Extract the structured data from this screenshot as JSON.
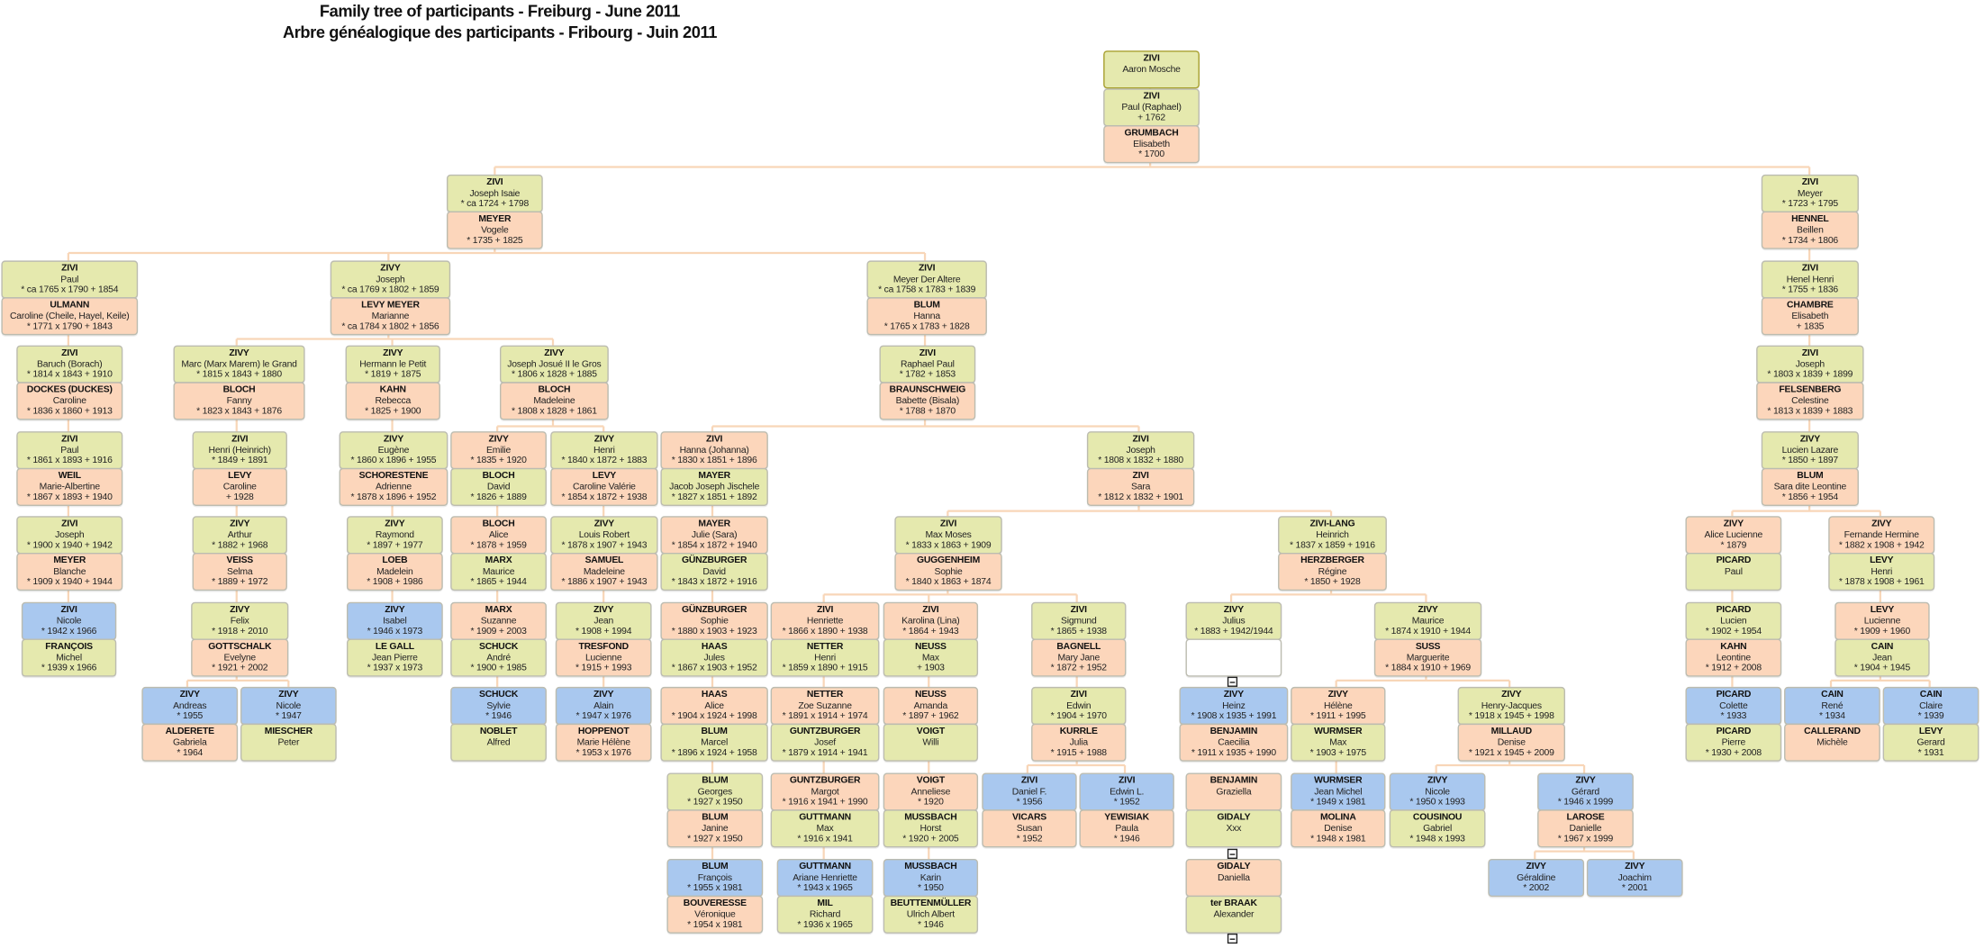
{
  "title": {
    "line1": "Family tree of participants - Freiburg - June 2011",
    "line2": "Arbre généalogique des participants - Fribourg - Juin 2011"
  },
  "colors": {
    "male_line": "#e5e9ae",
    "spouse": "#fcd6bb",
    "participant": "#a9c8ef",
    "connector": "#f8d6b8"
  },
  "people": [
    {
      "surname": "ZIVI",
      "given": "Aaron Mosche",
      "dates": "",
      "c": "g"
    },
    {
      "surname": "ZIVI",
      "given": "Paul (Raphael)",
      "dates": "+ 1762",
      "c": "g"
    },
    {
      "surname": "GRUMBACH",
      "given": "Elisabeth",
      "dates": "* 1700",
      "c": "p"
    },
    {
      "surname": "ZIVI",
      "given": "Joseph Isaie",
      "dates": "* ca 1724  + 1798",
      "c": "g"
    },
    {
      "surname": "MEYER",
      "given": "Vogele",
      "dates": "* 1735  + 1825",
      "c": "p"
    },
    {
      "surname": "ZIVI",
      "given": "Meyer",
      "dates": "* 1723  + 1795",
      "c": "g"
    },
    {
      "surname": "HENNEL",
      "given": "Beillen",
      "dates": "* 1734  + 1806",
      "c": "p"
    },
    {
      "surname": "ZIVI",
      "given": "Paul",
      "dates": "* ca 1765  x 1790  + 1854",
      "c": "g"
    },
    {
      "surname": "ULMANN",
      "given": "Caroline (Cheile, Hayel, Keile)",
      "dates": "* 1771  x 1790  + 1843",
      "c": "p"
    },
    {
      "surname": "ZIVY",
      "given": "Joseph",
      "dates": "* ca 1769  x 1802  + 1859",
      "c": "g"
    },
    {
      "surname": "LEVY MEYER",
      "given": "Marianne",
      "dates": "* ca 1784  x 1802  + 1856",
      "c": "p"
    },
    {
      "surname": "ZIVI",
      "given": "Meyer Der Altere",
      "dates": "* ca 1758  x 1783  + 1839",
      "c": "g"
    },
    {
      "surname": "BLUM",
      "given": "Hanna",
      "dates": "* 1765  x 1783  + 1828",
      "c": "p"
    },
    {
      "surname": "ZIVI",
      "given": "Henel Henri",
      "dates": "* 1755  + 1836",
      "c": "g"
    },
    {
      "surname": "CHAMBRE",
      "given": "Elisabeth",
      "dates": "+ 1835",
      "c": "p"
    },
    {
      "surname": "ZIVI",
      "given": "Baruch (Borach)",
      "dates": "* 1814  x 1843  + 1910",
      "c": "g"
    },
    {
      "surname": "DOCKES (DUCKES)",
      "given": "Caroline",
      "dates": "* 1836  x 1860  + 1913",
      "c": "p"
    },
    {
      "surname": "ZIVY",
      "given": "Marc (Marx Marem) le Grand",
      "dates": "* 1815  x 1843  + 1880",
      "c": "g"
    },
    {
      "surname": "BLOCH",
      "given": "Fanny",
      "dates": "* 1823  x 1843  + 1876",
      "c": "p"
    },
    {
      "surname": "ZIVY",
      "given": "Hermann le Petit",
      "dates": "* 1819  + 1875",
      "c": "g"
    },
    {
      "surname": "KAHN",
      "given": "Rebecca",
      "dates": "* 1825  + 1900",
      "c": "p"
    },
    {
      "surname": "ZIVY",
      "given": "Joseph Josué II le Gros",
      "dates": "* 1806  x 1828  + 1885",
      "c": "g"
    },
    {
      "surname": "BLOCH",
      "given": "Madeleine",
      "dates": "* 1808  x 1828  + 1861",
      "c": "p"
    },
    {
      "surname": "ZIVI",
      "given": "Raphael Paul",
      "dates": "* 1782  + 1853",
      "c": "g"
    },
    {
      "surname": "BRAUNSCHWEIG",
      "given": "Babette (Bisala)",
      "dates": "* 1788  + 1870",
      "c": "p"
    },
    {
      "surname": "ZIVI",
      "given": "Joseph",
      "dates": "* 1803  x 1839  + 1899",
      "c": "g"
    },
    {
      "surname": "FELSENBERG",
      "given": "Celestine",
      "dates": "* 1813  x 1839  + 1883",
      "c": "p"
    },
    {
      "surname": "ZIVI",
      "given": "Paul",
      "dates": "* 1861  x 1893  + 1916",
      "c": "g"
    },
    {
      "surname": "WEIL",
      "given": "Marie-Albertine",
      "dates": "* 1867  x 1893  + 1940",
      "c": "p"
    },
    {
      "surname": "ZIVI",
      "given": "Henri (Heinrich)",
      "dates": "* 1849  + 1891",
      "c": "g"
    },
    {
      "surname": "LEVY",
      "given": "Caroline",
      "dates": "+ 1928",
      "c": "p"
    },
    {
      "surname": "ZIVY",
      "given": "Eugène",
      "dates": "* 1860  x 1896  + 1955",
      "c": "g"
    },
    {
      "surname": "SCHORESTENE",
      "given": "Adrienne",
      "dates": "* 1878  x 1896  + 1952",
      "c": "p"
    },
    {
      "surname": "ZIVY",
      "given": "Emilie",
      "dates": "* 1835  + 1920",
      "c": "p"
    },
    {
      "surname": "BLOCH",
      "given": "David",
      "dates": "* 1826  + 1889",
      "c": "g"
    },
    {
      "surname": "ZIVY",
      "given": "Henri",
      "dates": "* 1840  x 1872  + 1883",
      "c": "g"
    },
    {
      "surname": "LEVY",
      "given": "Caroline Valérie",
      "dates": "* 1854  x 1872  + 1938",
      "c": "p"
    },
    {
      "surname": "ZIVI",
      "given": "Hanna (Johanna)",
      "dates": "* 1830  x 1851  + 1896",
      "c": "p"
    },
    {
      "surname": "MAYER",
      "given": "Jacob Joseph Jischele",
      "dates": "* 1827  x 1851  + 1892",
      "c": "g"
    },
    {
      "surname": "ZIVI",
      "given": "Joseph",
      "dates": "* 1808  x 1832  + 1880",
      "c": "g"
    },
    {
      "surname": "ZIVI",
      "given": "Sara",
      "dates": "* 1812  x 1832  + 1901",
      "c": "p"
    },
    {
      "surname": "ZIVY",
      "given": "Lucien Lazare",
      "dates": "* 1850  + 1897",
      "c": "g"
    },
    {
      "surname": "BLUM",
      "given": "Sara dite Leontine",
      "dates": "* 1856  + 1954",
      "c": "p"
    },
    {
      "surname": "ZIVI",
      "given": "Joseph",
      "dates": "* 1900  x 1940  + 1942",
      "c": "g"
    },
    {
      "surname": "MEYER",
      "given": "Blanche",
      "dates": "* 1909  x 1940  + 1944",
      "c": "p"
    },
    {
      "surname": "ZIVY",
      "given": "Arthur",
      "dates": "* 1882  + 1968",
      "c": "g"
    },
    {
      "surname": "VEISS",
      "given": "Selma",
      "dates": "* 1889  + 1972",
      "c": "p"
    },
    {
      "surname": "ZIVY",
      "given": "Raymond",
      "dates": "* 1897  + 1977",
      "c": "g"
    },
    {
      "surname": "LOEB",
      "given": "Madelein",
      "dates": "* 1908  + 1986",
      "c": "p"
    },
    {
      "surname": "BLOCH",
      "given": "Alice",
      "dates": "* 1878  + 1959",
      "c": "p"
    },
    {
      "surname": "MARX",
      "given": "Maurice",
      "dates": "* 1865  + 1944",
      "c": "g"
    },
    {
      "surname": "ZIVY",
      "given": "Louis Robert",
      "dates": "* 1878  x 1907  + 1943",
      "c": "g"
    },
    {
      "surname": "SAMUEL",
      "given": "Madeleine",
      "dates": "* 1886  x 1907  + 1943",
      "c": "p"
    },
    {
      "surname": "MAYER",
      "given": "Julie (Sara)",
      "dates": "* 1854  x 1872  + 1940",
      "c": "p"
    },
    {
      "surname": "GÜNZBURGER",
      "given": "David",
      "dates": "* 1843  x 1872  + 1916",
      "c": "g"
    },
    {
      "surname": "ZIVI",
      "given": "Max Moses",
      "dates": "* 1833  x 1863  + 1909",
      "c": "g"
    },
    {
      "surname": "GUGGENHEIM",
      "given": "Sophie",
      "dates": "* 1840  x 1863  + 1874",
      "c": "p"
    },
    {
      "surname": "ZIVI-LANG",
      "given": "Heinrich",
      "dates": "* 1837  x 1859  + 1916",
      "c": "g"
    },
    {
      "surname": "HERZBERGER",
      "given": "Régine",
      "dates": "* 1850  + 1928",
      "c": "p"
    },
    {
      "surname": "ZIVY",
      "given": "Alice Lucienne",
      "dates": "* 1879",
      "c": "p"
    },
    {
      "surname": "PICARD",
      "given": "Paul",
      "dates": "",
      "c": "g"
    },
    {
      "surname": "ZIVY",
      "given": "Fernande Hermine",
      "dates": "* 1882  x 1908  + 1942",
      "c": "p"
    },
    {
      "surname": "LEVY",
      "given": "Henri",
      "dates": "* 1878  x 1908  + 1961",
      "c": "g"
    },
    {
      "surname": "ZIVI",
      "given": "Nicole",
      "dates": "* 1942  x 1966",
      "c": "b"
    },
    {
      "surname": "FRANÇOIS",
      "given": "Michel",
      "dates": "* 1939  x 1966",
      "c": "g"
    },
    {
      "surname": "ZIVY",
      "given": "Felix",
      "dates": "* 1918  + 2010",
      "c": "g"
    },
    {
      "surname": "GOTTSCHALK",
      "given": "Evelyne",
      "dates": "* 1921  + 2002",
      "c": "p"
    },
    {
      "surname": "ZIVY",
      "given": "Isabel",
      "dates": "* 1946  x 1973",
      "c": "b"
    },
    {
      "surname": "LE GALL",
      "given": "Jean Pierre",
      "dates": "* 1937  x 1973",
      "c": "g"
    },
    {
      "surname": "MARX",
      "given": "Suzanne",
      "dates": "* 1909  + 2003",
      "c": "p"
    },
    {
      "surname": "SCHUCK",
      "given": "André",
      "dates": "* 1900  + 1985",
      "c": "g"
    },
    {
      "surname": "ZIVY",
      "given": "Jean",
      "dates": "* 1908  + 1994",
      "c": "g"
    },
    {
      "surname": "TRESFOND",
      "given": "Lucienne",
      "dates": "* 1915  + 1993",
      "c": "p"
    },
    {
      "surname": "GÜNZBURGER",
      "given": "Sophie",
      "dates": "* 1880  x 1903  + 1923",
      "c": "p"
    },
    {
      "surname": "HAAS",
      "given": "Jules",
      "dates": "* 1867  x 1903  + 1952",
      "c": "g"
    },
    {
      "surname": "ZIVI",
      "given": "Henriette",
      "dates": "* 1866  x 1890  + 1938",
      "c": "p"
    },
    {
      "surname": "NETTER",
      "given": "Henri",
      "dates": "* 1859  x 1890  + 1915",
      "c": "g"
    },
    {
      "surname": "ZIVI",
      "given": "Karolina (Lina)",
      "dates": "* 1864  + 1943",
      "c": "p"
    },
    {
      "surname": "NEUSS",
      "given": "Max",
      "dates": "+ 1903",
      "c": "g"
    },
    {
      "surname": "ZIVI",
      "given": "Sigmund",
      "dates": "* 1865  + 1938",
      "c": "g"
    },
    {
      "surname": "BAGNELL",
      "given": "Mary Jane",
      "dates": "* 1872  + 1952",
      "c": "p"
    },
    {
      "surname": "ZIVY",
      "given": "Julius",
      "dates": "* 1883  + 1942/1944",
      "c": "g"
    },
    {
      "surname": "",
      "given": "",
      "dates": "",
      "c": "w"
    },
    {
      "surname": "ZIVY",
      "given": "Maurice",
      "dates": "* 1874  x 1910  + 1944",
      "c": "g"
    },
    {
      "surname": "SUSS",
      "given": "Marguerite",
      "dates": "* 1884  x 1910  + 1969",
      "c": "p"
    },
    {
      "surname": "PICARD",
      "given": "Lucien",
      "dates": "* 1902  + 1954",
      "c": "g"
    },
    {
      "surname": "KAHN",
      "given": "Leontine",
      "dates": "* 1912  + 2008",
      "c": "p"
    },
    {
      "surname": "LEVY",
      "given": "Lucienne",
      "dates": "* 1909  + 1960",
      "c": "p"
    },
    {
      "surname": "CAIN",
      "given": "Jean",
      "dates": "* 1904  + 1945",
      "c": "g"
    },
    {
      "surname": "ZIVY",
      "given": "Andreas",
      "dates": "* 1955",
      "c": "b"
    },
    {
      "surname": "ALDERETE",
      "given": "Gabriela",
      "dates": "* 1964",
      "c": "p"
    },
    {
      "surname": "ZIVY",
      "given": "Nicole",
      "dates": "* 1947",
      "c": "b"
    },
    {
      "surname": "MIESCHER",
      "given": "Peter",
      "dates": "",
      "c": "g"
    },
    {
      "surname": "SCHUCK",
      "given": "Sylvie",
      "dates": "* 1946",
      "c": "b"
    },
    {
      "surname": "NOBLET",
      "given": "Alfred",
      "dates": "",
      "c": "g"
    },
    {
      "surname": "ZIVY",
      "given": "Alain",
      "dates": "* 1947  x 1976",
      "c": "b"
    },
    {
      "surname": "HOPPENOT",
      "given": "Marie Hélène",
      "dates": "* 1953  x 1976",
      "c": "p"
    },
    {
      "surname": "HAAS",
      "given": "Alice",
      "dates": "* 1904  x 1924  + 1998",
      "c": "p"
    },
    {
      "surname": "BLUM",
      "given": "Marcel",
      "dates": "* 1896  x 1924  + 1958",
      "c": "g"
    },
    {
      "surname": "NETTER",
      "given": "Zoe Suzanne",
      "dates": "* 1891  x 1914  + 1974",
      "c": "p"
    },
    {
      "surname": "GUNTZBURGER",
      "given": "Josef",
      "dates": "* 1879  x 1914  + 1941",
      "c": "g"
    },
    {
      "surname": "NEUSS",
      "given": "Amanda",
      "dates": "* 1897  + 1962",
      "c": "p"
    },
    {
      "surname": "VOIGT",
      "given": "Willi",
      "dates": "",
      "c": "g"
    },
    {
      "surname": "ZIVI",
      "given": "Edwin",
      "dates": "* 1904  + 1970",
      "c": "g"
    },
    {
      "surname": "KURRLE",
      "given": "Julia",
      "dates": "* 1915  + 1988",
      "c": "p"
    },
    {
      "surname": "ZIVY",
      "given": "Heinz",
      "dates": "* 1908  x 1935  + 1991",
      "c": "b"
    },
    {
      "surname": "BENJAMIN",
      "given": "Caecilia",
      "dates": "* 1911  x 1935  + 1990",
      "c": "p"
    },
    {
      "surname": "ZIVY",
      "given": "Hélène",
      "dates": "* 1911  + 1995",
      "c": "p"
    },
    {
      "surname": "WURMSER",
      "given": "Max",
      "dates": "* 1903  + 1975",
      "c": "g"
    },
    {
      "surname": "ZIVY",
      "given": "Henry-Jacques",
      "dates": "* 1918  x 1945  + 1998",
      "c": "g"
    },
    {
      "surname": "MILLAUD",
      "given": "Denise",
      "dates": "* 1921  x 1945  + 2009",
      "c": "p"
    },
    {
      "surname": "PICARD",
      "given": "Colette",
      "dates": "* 1933",
      "c": "b"
    },
    {
      "surname": "PICARD",
      "given": "Pierre",
      "dates": "* 1930  + 2008",
      "c": "g"
    },
    {
      "surname": "CAIN",
      "given": "René",
      "dates": "* 1934",
      "c": "b"
    },
    {
      "surname": "CALLERAND",
      "given": "Michèle",
      "dates": "",
      "c": "p"
    },
    {
      "surname": "CAIN",
      "given": "Claire",
      "dates": "* 1939",
      "c": "b"
    },
    {
      "surname": "LEVY",
      "given": "Gerard",
      "dates": "* 1931",
      "c": "g"
    },
    {
      "surname": "BLUM",
      "given": "Georges",
      "dates": "* 1927  x 1950",
      "c": "g"
    },
    {
      "surname": "BLUM",
      "given": "Janine",
      "dates": "* 1927  x 1950",
      "c": "p"
    },
    {
      "surname": "GUNTZBURGER",
      "given": "Margot",
      "dates": "* 1916  x 1941  + 1990",
      "c": "p"
    },
    {
      "surname": "GUTTMANN",
      "given": "Max",
      "dates": "* 1916  x 1941",
      "c": "g"
    },
    {
      "surname": "VOIGT",
      "given": "Anneliese",
      "dates": "* 1920",
      "c": "p"
    },
    {
      "surname": "MUSSBACH",
      "given": "Horst",
      "dates": "* 1920  + 2005",
      "c": "g"
    },
    {
      "surname": "ZIVI",
      "given": "Daniel F.",
      "dates": "* 1956",
      "c": "b"
    },
    {
      "surname": "VICARS",
      "given": "Susan",
      "dates": "* 1952",
      "c": "p"
    },
    {
      "surname": "ZIVI",
      "given": "Edwin L.",
      "dates": "* 1952",
      "c": "b"
    },
    {
      "surname": "YEWISIAK",
      "given": "Paula",
      "dates": "* 1946",
      "c": "p"
    },
    {
      "surname": "BENJAMIN",
      "given": "Graziella",
      "dates": "",
      "c": "p"
    },
    {
      "surname": "GIDALY",
      "given": "Xxx",
      "dates": "",
      "c": "g"
    },
    {
      "surname": "WURMSER",
      "given": "Jean Michel",
      "dates": "* 1949  x 1981",
      "c": "b"
    },
    {
      "surname": "MOLINA",
      "given": "Denise",
      "dates": "* 1948  x 1981",
      "c": "p"
    },
    {
      "surname": "ZIVY",
      "given": "Nicole",
      "dates": "* 1950  x 1993",
      "c": "b"
    },
    {
      "surname": "COUSINOU",
      "given": "Gabriel",
      "dates": "* 1948  x 1993",
      "c": "g"
    },
    {
      "surname": "ZIVY",
      "given": "Gérard",
      "dates": "* 1946  x 1999",
      "c": "b"
    },
    {
      "surname": "LAROSE",
      "given": "Danielle",
      "dates": "* 1967  x 1999",
      "c": "p"
    },
    {
      "surname": "BLUM",
      "given": "François",
      "dates": "* 1955  x 1981",
      "c": "b"
    },
    {
      "surname": "BOUVERESSE",
      "given": "Véronique",
      "dates": "* 1954  x 1981",
      "c": "p"
    },
    {
      "surname": "GUTTMANN",
      "given": "Ariane Henriette",
      "dates": "* 1943  x 1965",
      "c": "b"
    },
    {
      "surname": "MIL",
      "given": "Richard",
      "dates": "* 1936  x 1965",
      "c": "g"
    },
    {
      "surname": "MUSSBACH",
      "given": "Karin",
      "dates": "* 1950",
      "c": "b"
    },
    {
      "surname": "BEUTTENMÜLLER",
      "given": "Ulrich Albert",
      "dates": "* 1946",
      "c": "g"
    },
    {
      "surname": "GIDALY",
      "given": "Daniella",
      "dates": "",
      "c": "p"
    },
    {
      "surname": "ter BRAAK",
      "given": "Alexander",
      "dates": "",
      "c": "g"
    },
    {
      "surname": "ZIVY",
      "given": "Géraldine",
      "dates": "* 2002",
      "c": "b"
    },
    {
      "surname": "ZIVY",
      "given": "Joachim",
      "dates": "* 2001",
      "c": "b"
    }
  ]
}
